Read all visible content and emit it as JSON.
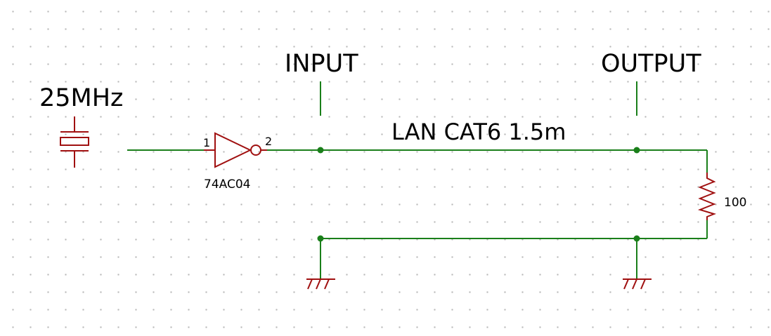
{
  "labels": {
    "crystal_freq": "25MHz",
    "input": "INPUT",
    "output": "OUTPUT",
    "cable": "LAN CAT6 1.5m",
    "inverter_part": "74AC04",
    "inverter_pin_in": "1",
    "inverter_pin_out": "2",
    "resistor_value": "100"
  },
  "colors": {
    "wire": "#1a7f1a",
    "component": "#a01010",
    "junction": "#1a7f1a"
  }
}
